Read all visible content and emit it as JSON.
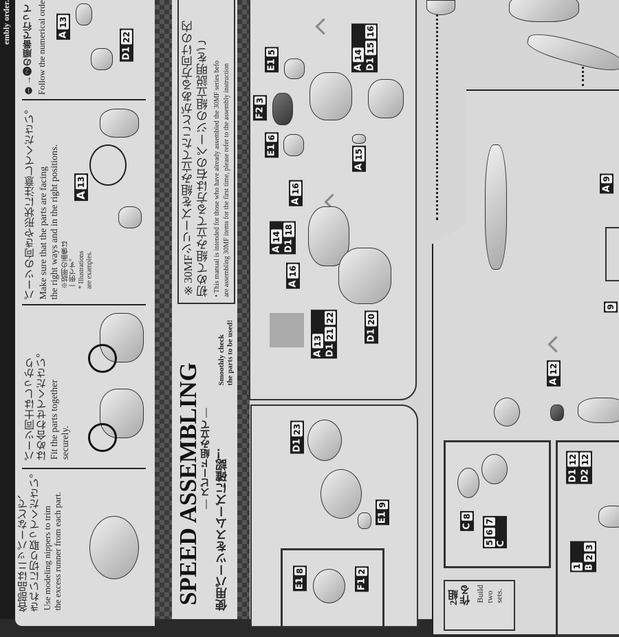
{
  "edge_text": "embly order.",
  "instructions": {
    "order": {
      "jp": "❶→❷の順番で行って",
      "en": "Follow the numerical order"
    },
    "facing": {
      "jp": "パーツの向きや形状に注意してください。",
      "en1": "Make sure that the parts are facing",
      "en2": "the right ways and in the right positions.",
      "note_jp1": "※説明の画像は",
      "note_jp2": "一例です。",
      "note_en1": "* Illustrations",
      "note_en2": "are examples."
    },
    "fit": {
      "jp1": "パーツ同士はしっかり",
      "jp2": "はめ合わせてください。",
      "en1": "Fit the parts together",
      "en2": "securely."
    },
    "nippers": {
      "jp1": "各部品はニッパーなどで、",
      "jp2": "きれいに切り取ってください。",
      "en1": "Use modeling nippers to trim",
      "en2": "the excess runner from each part."
    },
    "labels": {
      "a13_top": {
        "letter": "A",
        "n1": "13"
      },
      "d1_22": {
        "letter": "D1",
        "n1": "22"
      },
      "a13_mid": {
        "letter": "A",
        "n1": "13"
      }
    }
  },
  "speed": {
    "title": "SPEED ASSEMBLING",
    "subtitle": "— スピード組み立て —",
    "check_jp": "使用パーツをスムーズに確認！",
    "check_en1": "Smoothly check",
    "check_en2": "the parts to be used!",
    "note_jp1": "※30MFシリーズを組み立てたことがある方向けの内",
    "note_jp2": "初めて組み立てる方は右のページの組立説明をご",
    "note_en1": "• This manual is intended for those who have already assembled the 30MF series befo",
    "note_en2": "are assembling 30MF items for the first time, please refer to the assembly instruction"
  },
  "steps": {
    "e1_5": {
      "letter": "E1",
      "n1": "5"
    },
    "f2_3": {
      "letter": "F2",
      "n1": "3"
    },
    "e1_6": {
      "letter": "E1",
      "n1": "6"
    },
    "a_15": {
      "letter": "A",
      "n1": "15"
    },
    "a14_d1_15_16": {
      "r1": {
        "letter": "A",
        "n1": "14"
      },
      "r2": {
        "letter": "D1",
        "n1": "15",
        "n2": "16"
      }
    },
    "a_16_top": {
      "letter": "A",
      "n1": "16"
    },
    "a14_d1_18": {
      "r1": {
        "letter": "A",
        "n1": "14"
      },
      "r2": {
        "letter": "D1",
        "n1": "18"
      }
    },
    "a_16_bot": {
      "letter": "A",
      "n1": "16"
    },
    "a13_d1_21_22": {
      "r1": {
        "letter": "A",
        "n1": "13"
      },
      "r2": {
        "letter": "D1",
        "n1": "21",
        "n2": "22"
      }
    },
    "d1_20": {
      "letter": "D1",
      "n1": "20"
    },
    "d1_23": {
      "letter": "D1",
      "n1": "23"
    },
    "e1_9": {
      "letter": "E1",
      "n1": "9"
    },
    "e1_8": {
      "letter": "E1",
      "n1": "8"
    },
    "f1_2": {
      "letter": "F1",
      "n1": "2"
    },
    "c_8": {
      "letter": "C",
      "n1": "8"
    },
    "c_567": {
      "letter": "C",
      "n1": "5",
      "n2": "6",
      "n3": "7"
    },
    "build_two": {
      "jp1": "2組",
      "jp2": "作る",
      "en1": "Build",
      "en2": "two",
      "en3": "sets."
    },
    "a_12": {
      "letter": "A",
      "n1": "12"
    },
    "d1_d2_12": {
      "r1": {
        "letter": "D1",
        "n1": "12"
      },
      "r2": {
        "letter": "D2",
        "n1": "12"
      }
    },
    "b_123": {
      "r1": {
        "n1": "1"
      },
      "r2": {
        "letter": "B",
        "n1": "2",
        "n2": "3"
      }
    },
    "a_9": {
      "letter": "A",
      "n1": "9"
    },
    "n_9": {
      "n1": "9"
    }
  },
  "colors": {
    "paper": "#dcdcdc",
    "label_bg": "#1d1d1d",
    "band": "#3a3a3a"
  }
}
